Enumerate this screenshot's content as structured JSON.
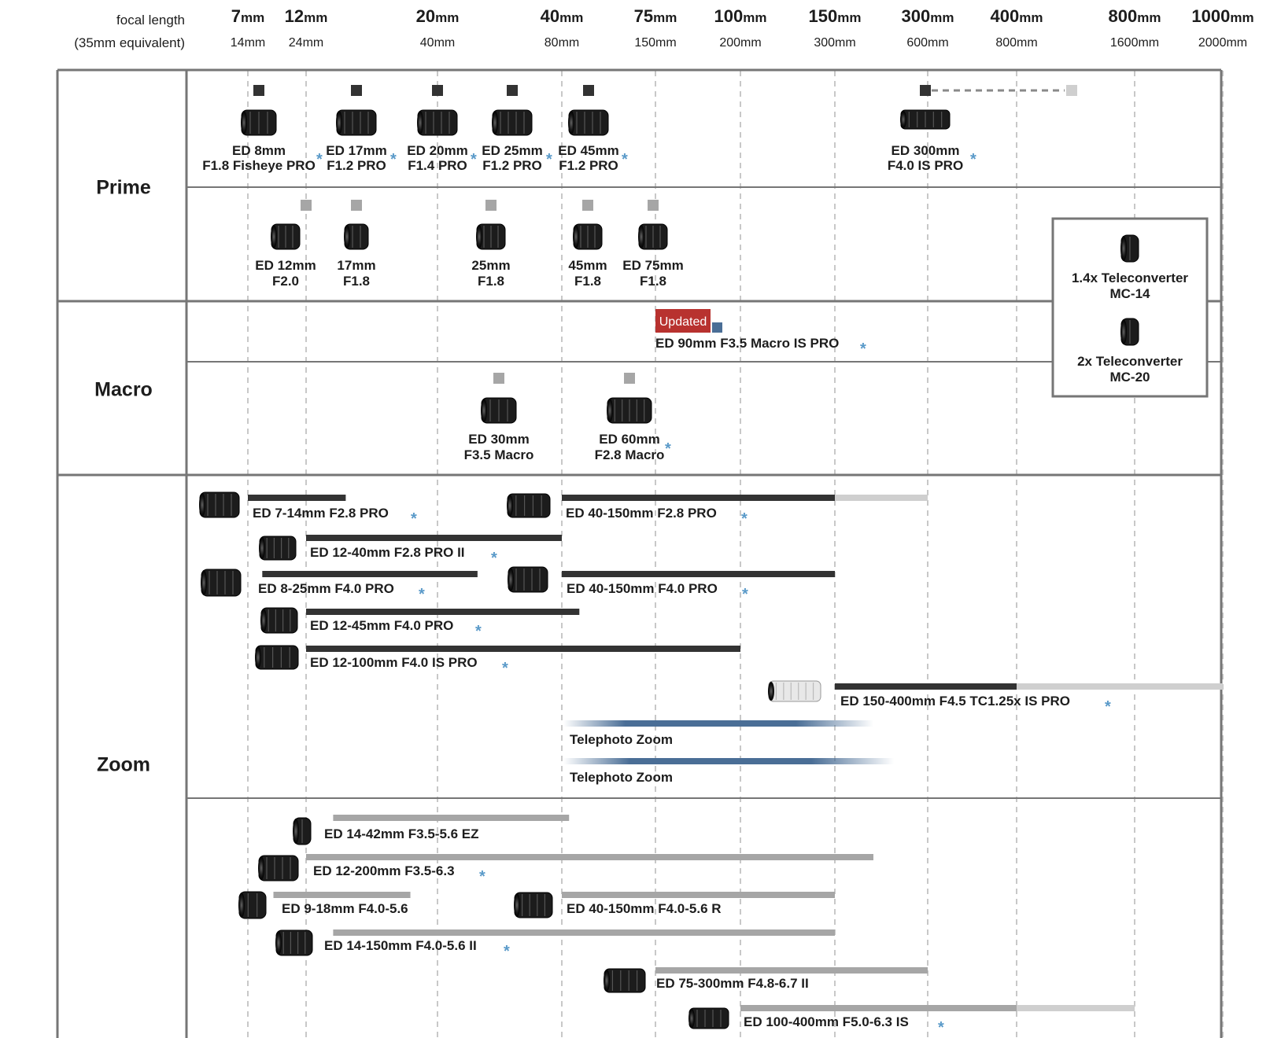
{
  "header": {
    "focal_label": "focal length",
    "equiv_label": "(35mm equivalent)",
    "unit": "mm",
    "columns": [
      {
        "focal": "7",
        "equiv": "14mm"
      },
      {
        "focal": "12",
        "equiv": "24mm"
      },
      {
        "focal": "20",
        "equiv": "40mm"
      },
      {
        "focal": "40",
        "equiv": "80mm"
      },
      {
        "focal": "75",
        "equiv": "150mm"
      },
      {
        "focal": "100",
        "equiv": "200mm"
      },
      {
        "focal": "150",
        "equiv": "300mm"
      },
      {
        "focal": "300",
        "equiv": "600mm"
      },
      {
        "focal": "400",
        "equiv": "800mm"
      },
      {
        "focal": "800",
        "equiv": "1600mm"
      },
      {
        "focal": "1000",
        "equiv": "2000mm"
      }
    ]
  },
  "categories": {
    "prime": "Prime",
    "macro": "Macro",
    "zoom": "Zoom"
  },
  "badge": {
    "updated": "Updated",
    "star": "*"
  },
  "colors": {
    "pro_bar": "#333333",
    "std_bar": "#a6a6a6",
    "extension": "#cfcfcf",
    "future": "#4a6e96",
    "updated_badge": "#b8322f",
    "star": "#5a9ac9",
    "frame": "#767676",
    "grid": "#c8c8c8"
  },
  "prime_pro": [
    {
      "col": 0,
      "line1": "ED 8mm",
      "line2": "F1.8 Fisheye PRO",
      "star": true
    },
    {
      "col": 1,
      "line1": "ED 17mm",
      "line2": "F1.2 PRO",
      "star": true
    },
    {
      "col": 2,
      "line1": "ED 20mm",
      "line2": "F1.4 PRO",
      "star": true
    },
    {
      "col": 2.4,
      "line1": "ED 25mm",
      "line2": "F1.2 PRO",
      "star": true
    },
    {
      "col": 3,
      "line1": "ED 45mm",
      "line2": "F1.2 PRO",
      "star": true
    },
    {
      "col": 7,
      "line1": "ED 300mm",
      "line2": "F4.0 IS PRO",
      "star": true,
      "extends_to": 8.6
    }
  ],
  "prime_std": [
    {
      "col": 0.6,
      "line1": "ED 12mm",
      "line2": "F2.0"
    },
    {
      "col": 1.45,
      "line1": "17mm",
      "line2": "F1.8"
    },
    {
      "col": 2.45,
      "line1": "25mm",
      "line2": "F1.8"
    },
    {
      "col": 3.3,
      "line1": "45mm",
      "line2": "F1.8"
    },
    {
      "col": 4,
      "line1": "ED 75mm",
      "line2": "F1.8"
    }
  ],
  "macro_pro": [
    {
      "label": "ED 90mm F3.5 Macro IS PRO",
      "star": true,
      "updated": true
    }
  ],
  "macro_std": [
    {
      "line1": "ED 30mm",
      "line2": "F3.5 Macro",
      "star": false
    },
    {
      "line1": "ED 60mm",
      "line2": "F2.8 Macro",
      "star": true
    }
  ],
  "teleconverters": [
    {
      "line1": "1.4x Teleconverter",
      "line2": "MC-14"
    },
    {
      "line1": "2x Teleconverter",
      "line2": "MC-20"
    }
  ],
  "zoom_pro": [
    {
      "label": "ED 7-14mm F2.8 PRO",
      "star": true,
      "from": 7,
      "to": 14,
      "ext_to": null
    },
    {
      "label": "ED 40-150mm F2.8 PRO",
      "star": true,
      "from": 40,
      "to": 150,
      "ext_to": 300
    },
    {
      "label": "ED 12-40mm F2.8 PRO II",
      "star": true,
      "from": 12,
      "to": 40,
      "ext_to": null
    },
    {
      "label": "ED 8-25mm F4.0 PRO",
      "star": true,
      "from": 8,
      "to": 25,
      "ext_to": null
    },
    {
      "label": "ED 40-150mm F4.0 PRO",
      "star": true,
      "from": 40,
      "to": 150,
      "ext_to": null
    },
    {
      "label": "ED 12-45mm F4.0 PRO",
      "star": true,
      "from": 12,
      "to": 45,
      "ext_to": null
    },
    {
      "label": "ED 12-100mm F4.0 IS PRO",
      "star": true,
      "from": 12,
      "to": 100,
      "ext_to": null
    },
    {
      "label": "ED 150-400mm F4.5 TC1.25x IS PRO",
      "star": true,
      "from": 150,
      "to": 400,
      "ext_to": 1000
    }
  ],
  "zoom_future": [
    {
      "label": "Telephoto Zoom"
    },
    {
      "label": "Telephoto Zoom"
    }
  ],
  "zoom_std": [
    {
      "label": "ED 14-42mm F3.5-5.6 EZ",
      "star": false,
      "from": 14,
      "to": 42
    },
    {
      "label": "ED 12-200mm F3.5-6.3",
      "star": true,
      "from": 12,
      "to": 200
    },
    {
      "label": "ED 9-18mm F4.0-5.6",
      "star": false,
      "from": 9,
      "to": 18
    },
    {
      "label": "ED 40-150mm F4.0-5.6 R",
      "star": false,
      "from": 40,
      "to": 150
    },
    {
      "label": "ED 14-150mm F4.0-5.6 II",
      "star": true,
      "from": 14,
      "to": 150
    },
    {
      "label": "ED 75-300mm F4.8-6.7 II",
      "star": false,
      "from": 75,
      "to": 300
    },
    {
      "label": "ED 100-400mm F5.0-6.3 IS",
      "star": true,
      "from": 100,
      "to": 400,
      "ext_to": 800
    }
  ]
}
